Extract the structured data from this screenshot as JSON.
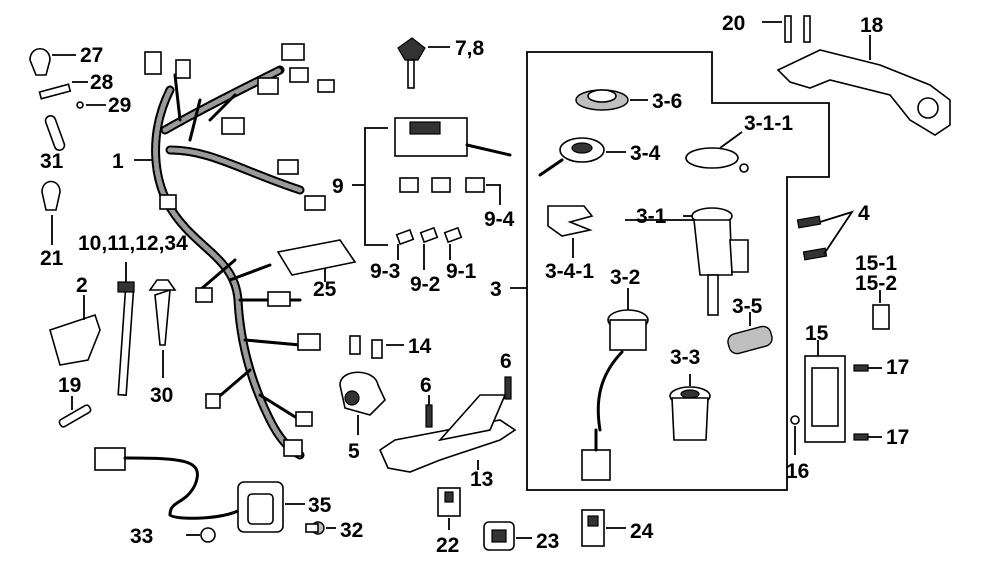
{
  "labels": {
    "l1": "1",
    "l2": "2",
    "l3": "3",
    "l3_1": "3-1",
    "l3_1_1": "3-1-1",
    "l3_2": "3-2",
    "l3_3": "3-3",
    "l3_4": "3-4",
    "l3_4_1": "3-4-1",
    "l3_5": "3-5",
    "l3_6": "3-6",
    "l4": "4",
    "l5": "5",
    "l6a": "6",
    "l6b": "6",
    "l7_8": "7,8",
    "l9": "9",
    "l9_1": "9-1",
    "l9_2": "9-2",
    "l9_3": "9-3",
    "l9_4": "9-4",
    "l10_34": "10,11,12,34",
    "l13": "13",
    "l14": "14",
    "l15": "15",
    "l15_1": "15-1",
    "l15_2": "15-2",
    "l16": "16",
    "l17a": "17",
    "l17b": "17",
    "l18": "18",
    "l19": "19",
    "l20": "20",
    "l21": "21",
    "l22": "22",
    "l23": "23",
    "l24": "24",
    "l25": "25",
    "l27": "27",
    "l28": "28",
    "l29": "29",
    "l30": "30",
    "l31": "31",
    "l32": "32",
    "l33": "33",
    "l35": "35"
  }
}
